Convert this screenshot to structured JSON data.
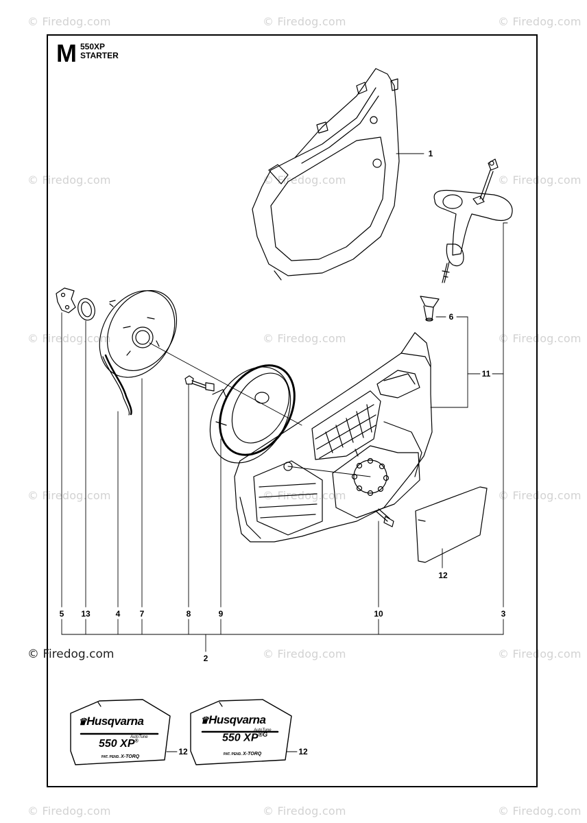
{
  "header": {
    "section_letter": "M",
    "model": "550XP",
    "title": "STARTER"
  },
  "watermark": "© Firedog.com",
  "copyright": "© Firedog.com",
  "callouts": {
    "c1": "1",
    "c2": "2",
    "c3": "3",
    "c4": "4",
    "c5": "5",
    "c6": "6",
    "c7": "7",
    "c8": "8",
    "c9": "9",
    "c10": "10",
    "c11": "11",
    "c12a": "12",
    "c12b": "12",
    "c12c": "12",
    "c13": "13"
  },
  "decals": {
    "left": {
      "brand": "Husqvarna",
      "tagline": "AutoTune",
      "model": "550 XP",
      "mark": "®",
      "footer": "PAT. PEND.",
      "torq": "X-TORQ"
    },
    "right": {
      "brand": "Husqvarna",
      "tagline": "AutoTune",
      "model": "550 XP",
      "mark": "®G",
      "footer": "PAT. PEND.",
      "torq": "X-TORQ"
    }
  },
  "colors": {
    "line": "#000000",
    "watermark": "#d2d2d2",
    "frame": "#000000"
  }
}
